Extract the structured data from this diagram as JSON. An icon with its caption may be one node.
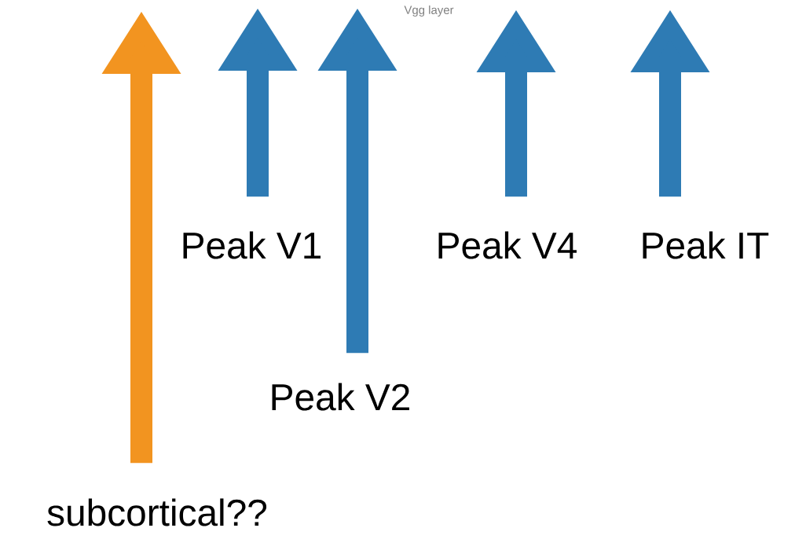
{
  "diagram": {
    "nodes": [
      {
        "text": [
          "Peak V1"
        ]
      },
      {
        "text": [
          "Peak V4"
        ]
      },
      {
        "text": [
          "Peak IT"
        ]
      },
      {
        "text": [
          "Peak V2"
        ]
      },
      {
        "text": [
          "subcortical??"
        ]
      }
    ],
    "edges": [
      {
        "from": 4,
        "to": null,
        "arrow": "to",
        "color": "#f29420"
      },
      {
        "from": 0,
        "to": null,
        "arrow": "to"
      },
      {
        "from": 3,
        "to": null,
        "arrow": "to"
      },
      {
        "from": 1,
        "to": null,
        "arrow": "to"
      },
      {
        "from": 2,
        "to": null,
        "arrow": "to"
      }
    ],
    "labels": [
      "Vgg layer"
    ]
  }
}
